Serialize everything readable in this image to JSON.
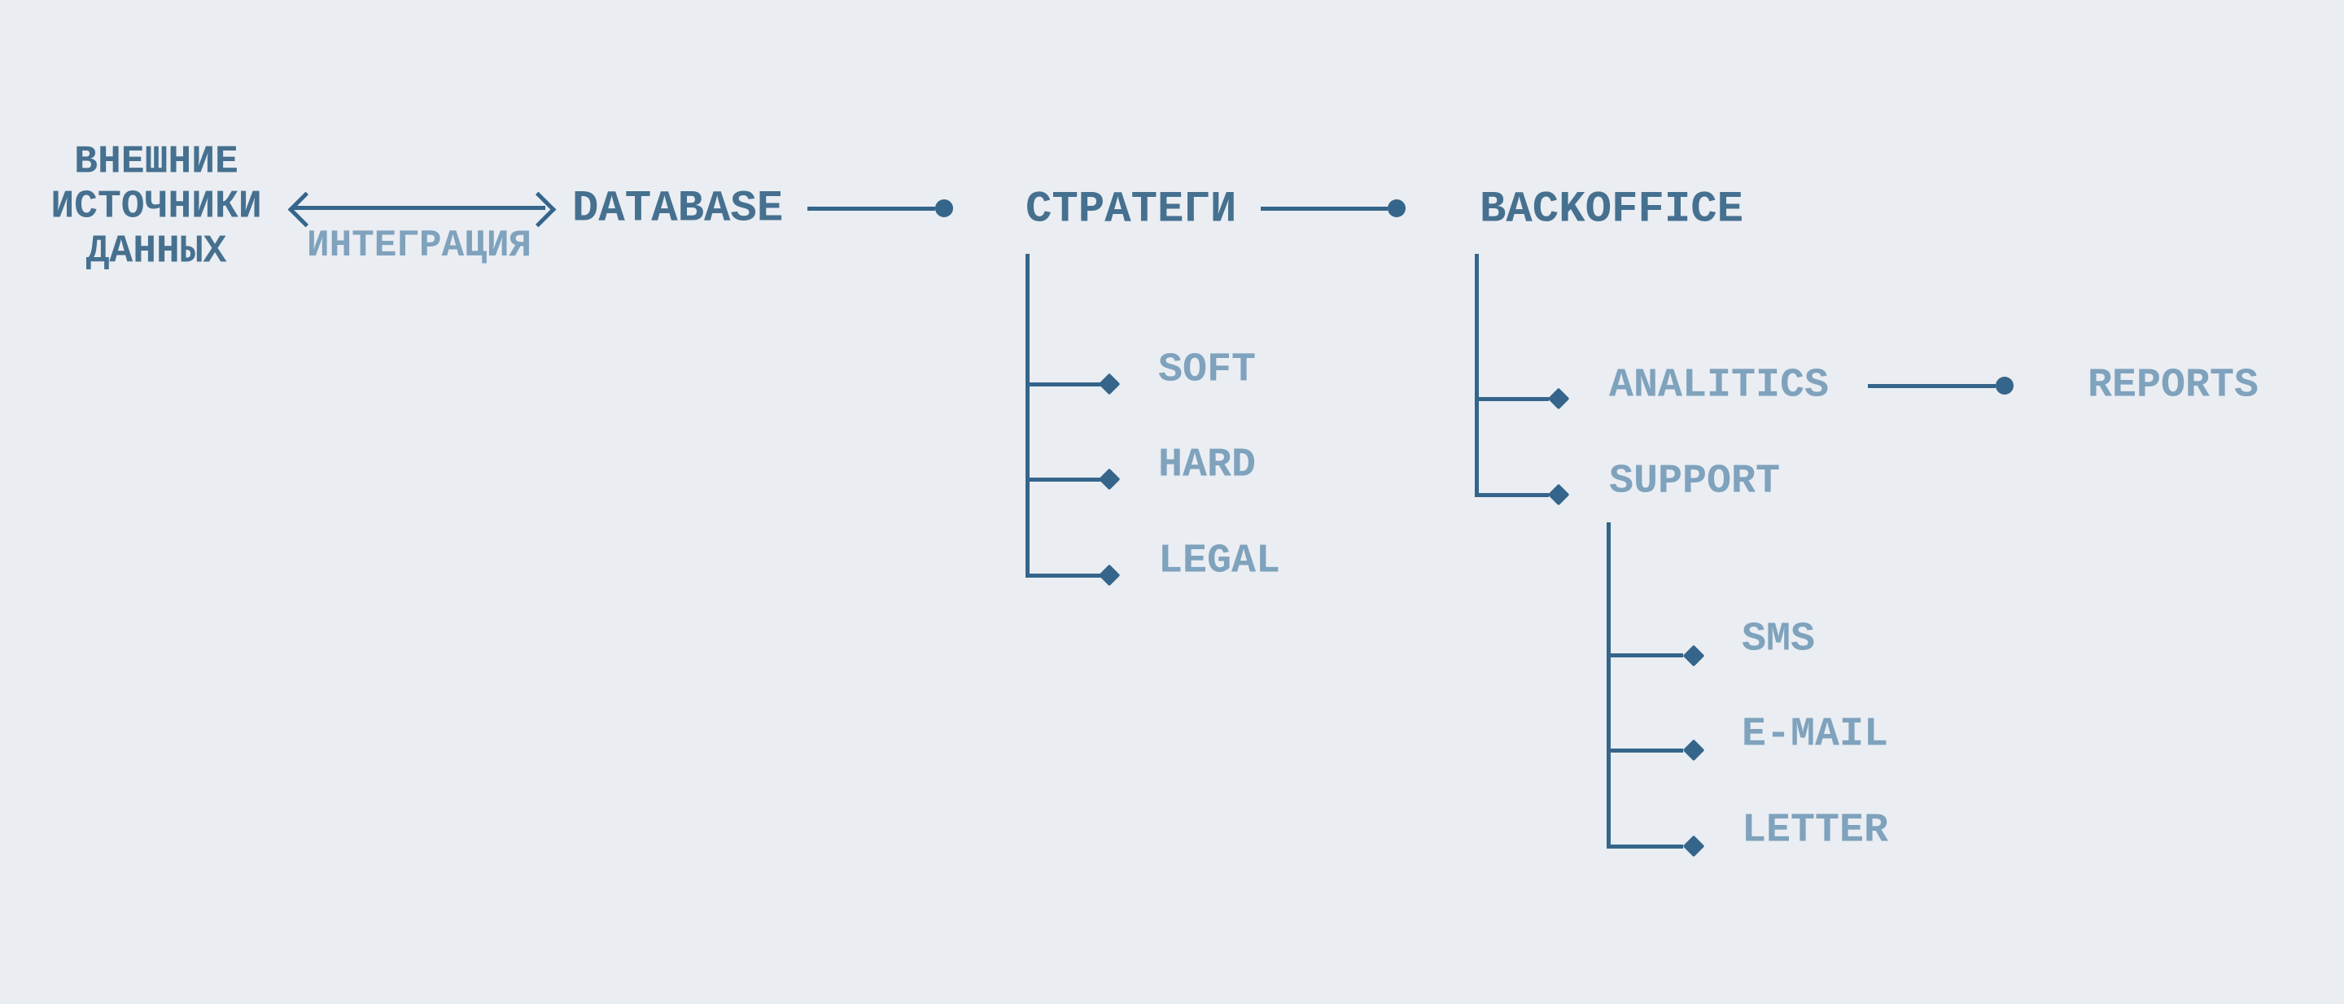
{
  "page": {
    "background": "#EAEDF2"
  },
  "colors": {
    "dark_text": "#46708F",
    "light_text": "#7FA2BD",
    "line": "#35658A"
  },
  "diagram": {
    "external_sources": {
      "lines": [
        "ВНЕШНИЕ",
        "ИСТОЧНИКИ",
        "ДАННЫХ"
      ]
    },
    "integration": {
      "label": "ИНТЕГРАЦИЯ"
    },
    "database": {
      "label": "DATABASE"
    },
    "strategists": {
      "label": "СТРАТЕГИ",
      "children": [
        {
          "label": "SOFT"
        },
        {
          "label": "HARD"
        },
        {
          "label": "LEGAL"
        }
      ]
    },
    "backoffice": {
      "label": "BACKOFFICE",
      "children": [
        {
          "label": "ANALITICS",
          "report": {
            "label": "REPORTS"
          }
        },
        {
          "label": "SUPPORT",
          "children": [
            {
              "label": "SMS"
            },
            {
              "label": "E-MAIL"
            },
            {
              "label": "LETTER"
            }
          ]
        }
      ]
    }
  }
}
